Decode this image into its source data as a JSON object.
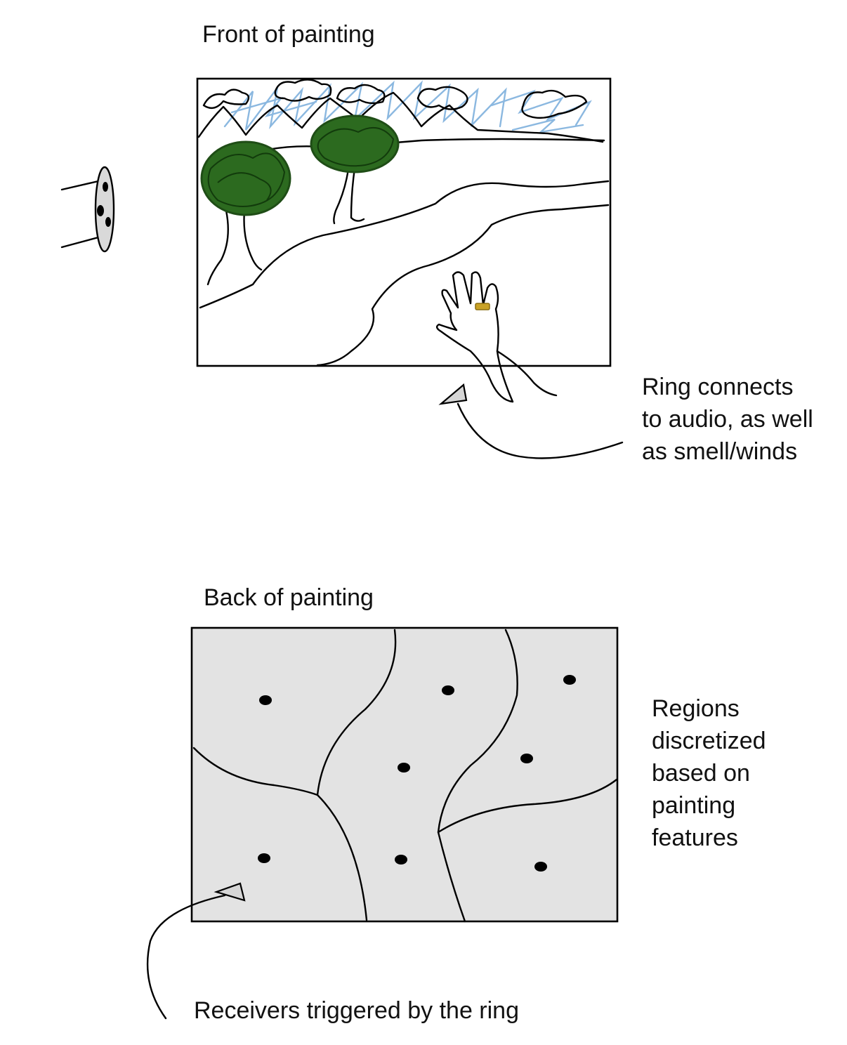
{
  "labels": {
    "front_title": "Front of painting",
    "back_title": "Back of painting",
    "ring_note": "Ring connects\nto audio, as well\nas smell/winds",
    "regions_note": "Regions\ndiscretized\nbased on\npainting\nfeatures",
    "receivers_note": "Receivers triggered by the ring"
  },
  "colors": {
    "sky": "#8bb8e0",
    "trees": "#1f4d16",
    "ring": "#c9a227",
    "back_panel": "#e3e3e3",
    "arrowhead": "#d6d6d6"
  },
  "icons": [
    "projector-icon",
    "hand-icon",
    "ring-icon",
    "receiver-dot-icon"
  ]
}
